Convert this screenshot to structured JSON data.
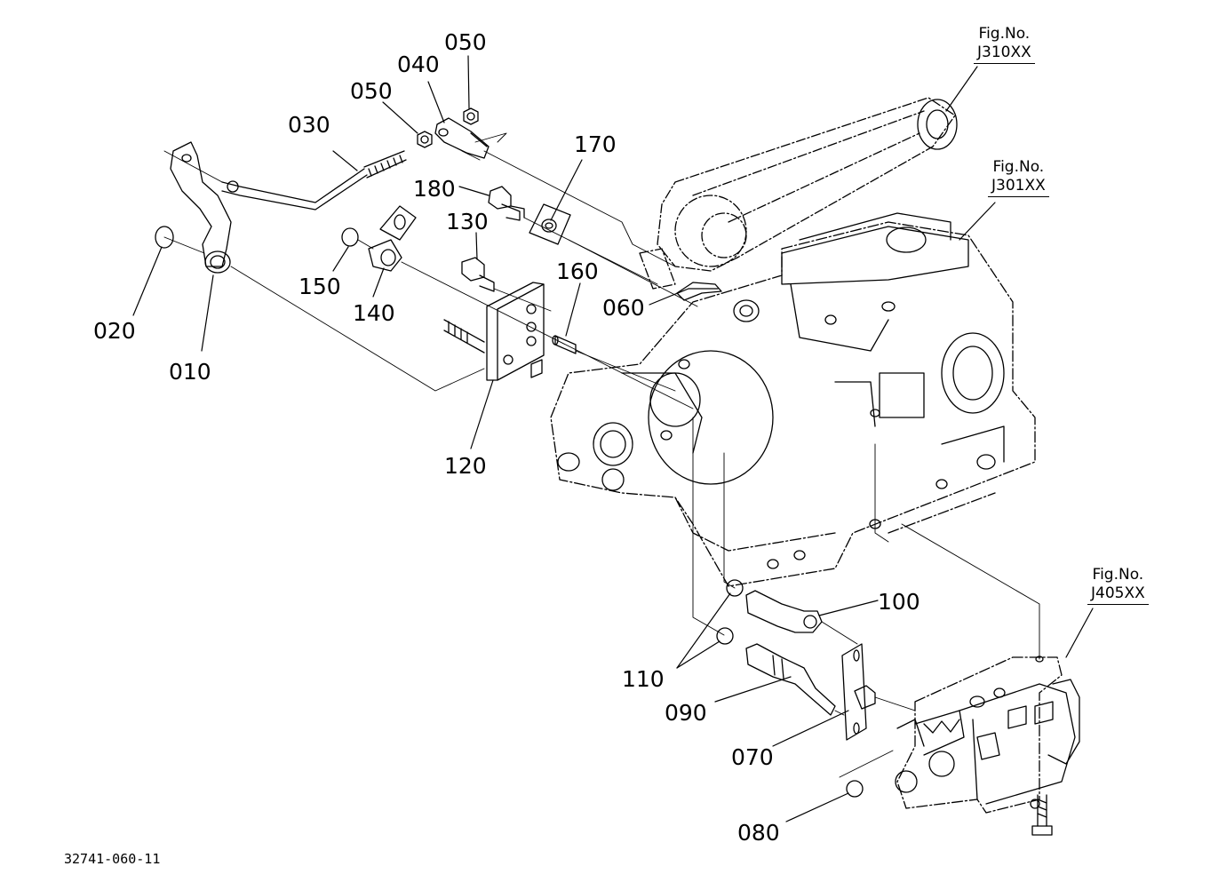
{
  "diagram": {
    "document_number": "32741-060-11",
    "part_labels": {
      "p010": "010",
      "p020": "020",
      "p030": "030",
      "p040": "040",
      "p050a": "050",
      "p050b": "050",
      "p060": "060",
      "p070": "070",
      "p080": "080",
      "p090": "090",
      "p100": "100",
      "p110": "110",
      "p120": "120",
      "p130": "130",
      "p140": "140",
      "p150": "150",
      "p160": "160",
      "p170": "170",
      "p180": "180"
    },
    "figure_refs": [
      {
        "prefix": "Fig.No.",
        "code": "J310XX"
      },
      {
        "prefix": "Fig.No.",
        "code": "J301XX"
      },
      {
        "prefix": "Fig.No.",
        "code": "J405XX"
      }
    ]
  }
}
